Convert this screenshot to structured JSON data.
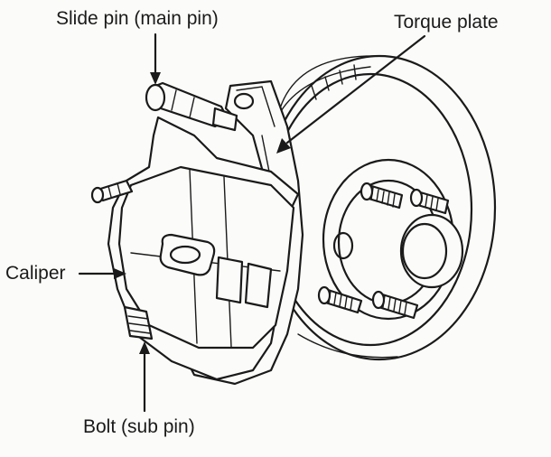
{
  "labels": {
    "slide_pin": "Slide pin (main pin)",
    "torque_plate": "Torque plate",
    "caliper": "Caliper",
    "bolt": "Bolt (sub pin)"
  },
  "colors": {
    "ink": "#1a1a1a",
    "paper": "#fbfbf9"
  }
}
